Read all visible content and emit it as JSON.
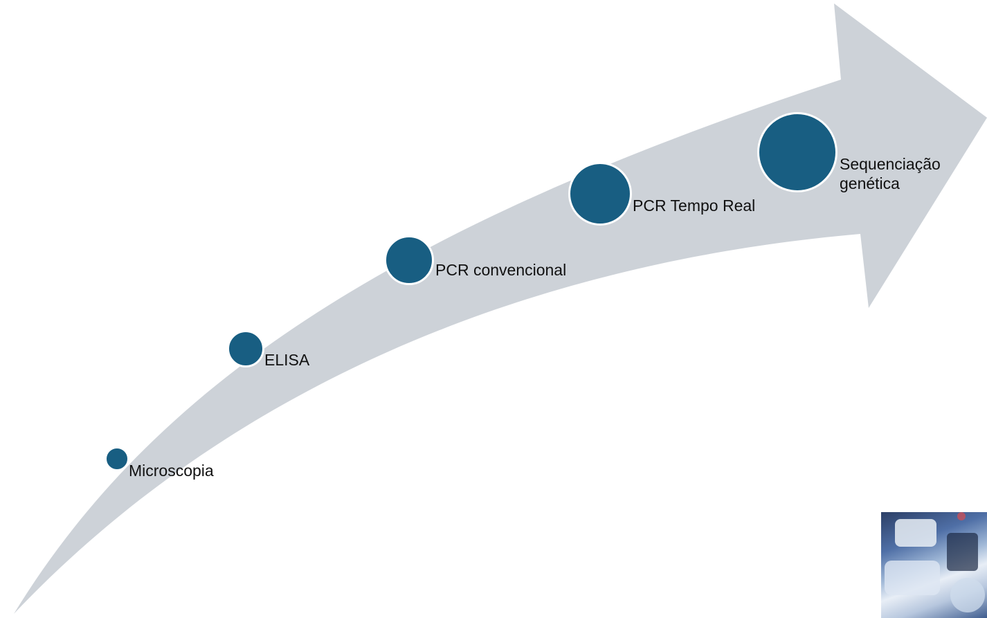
{
  "colors": {
    "arrow": "#cdd2d8",
    "milestone": "#185e82",
    "milestone_border": "#ffffff",
    "text": "#111111"
  },
  "milestones": [
    {
      "label": "Microscopia"
    },
    {
      "label": "ELISA"
    },
    {
      "label": "PCR convencional"
    },
    {
      "label": "PCR Tempo Real"
    },
    {
      "label": "Sequenciação genética"
    }
  ],
  "photo": {
    "icon": "laboratory-photo"
  }
}
